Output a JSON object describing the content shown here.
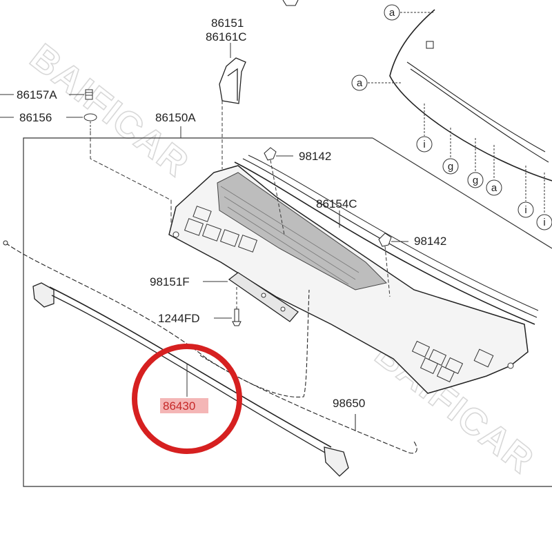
{
  "part_labels": {
    "p86151": "86151",
    "p86161c": "86161C",
    "p86157a": "86157A",
    "p86156": "86156",
    "p86150a": "86150A",
    "p98142_top": "98142",
    "p86154c": "86154C",
    "p98142_mid": "98142",
    "p98151f": "98151F",
    "p1244fd": "1244FD",
    "p86430": "86430",
    "p98650": "98650"
  },
  "callouts": {
    "a1": "a",
    "a2": "a",
    "i1": "i",
    "g1": "g",
    "g2": "g",
    "a3": "a",
    "i2": "i",
    "i3": "i"
  },
  "watermark": "BAIFICAR",
  "highlight": {
    "part": "86430",
    "circle_color": "#d62020",
    "label_bg": "#f4b6b6"
  }
}
